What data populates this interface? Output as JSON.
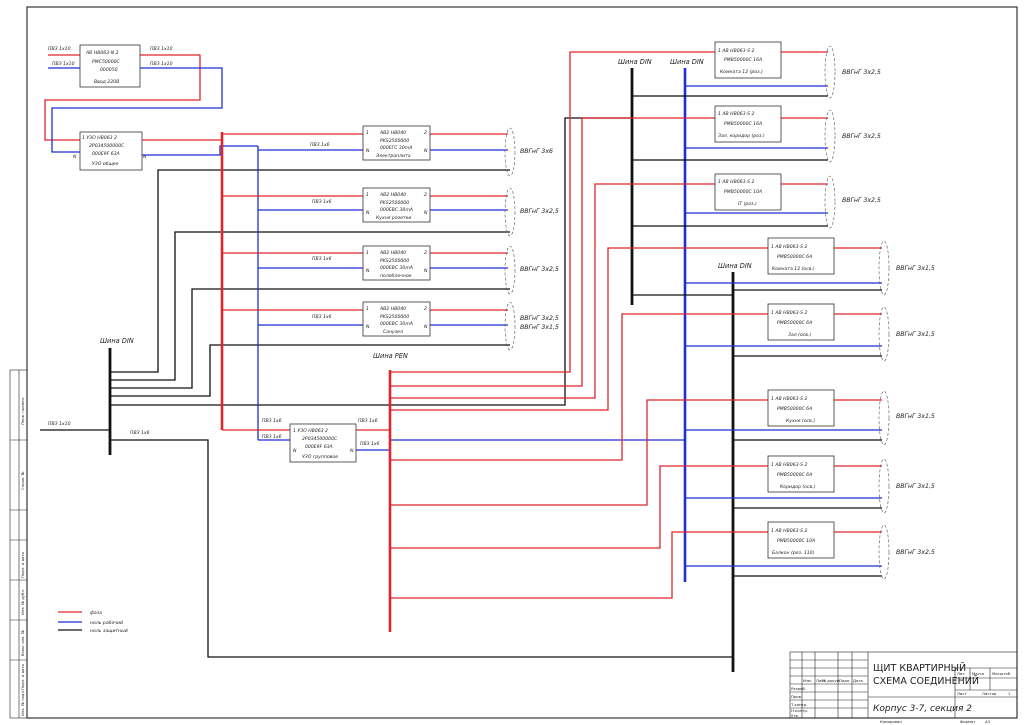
{
  "title": {
    "main_line1": "ЩИТ КВАРТИРНЫЙ",
    "main_line2": "СХЕМА СОЕДИНЕНИЙ",
    "subtitle": "Корпус 3-7, секция 2",
    "stage_head": "Лит",
    "mass_head": "Масса",
    "scale_head": "Масштаб",
    "sheet": "Лист",
    "sheets": "Листов",
    "sheets_count": "1",
    "copied": "Копировал",
    "format": "Формат",
    "format_value": "А3"
  },
  "stamp_rows": [
    "Изм.",
    "Лист",
    "№ докум.",
    "Подп.",
    "Дата"
  ],
  "stamp_roles": [
    "Разраб.",
    "Пров.",
    "Т.контр.",
    "",
    "Н.контр.",
    "Утв."
  ],
  "left_strip": [
    "Перв. примен.",
    "Справ. №",
    "Подп. и дата",
    "Инв. № дубл.",
    "Взам. инв. №",
    "Подп. и дата",
    "Инв. № подл."
  ],
  "legend": [
    {
      "color": "#e0262a",
      "label": "фаза"
    },
    {
      "color": "#1d2fd6",
      "label": "ноль рабочий"
    },
    {
      "color": "#111111",
      "label": "ноль защитный"
    }
  ],
  "input": {
    "cable_top_1": "ПВЗ 1х10",
    "cable_top_2": "ПВЗ 1х10",
    "cable_top_3": "ПВЗ 1х10",
    "cable_top_4": "ПВЗ 1х10",
    "main_breaker": [
      "АВ НВ063-N 2",
      "PMC50000C",
      "000050",
      "Ввод 220В"
    ],
    "rcd_main": [
      "1  УЗО НВ063  2",
      "2Р034500000С",
      "000Е9F 63А",
      "УЗО общее"
    ],
    "pe_cable": "ПВЗ 1х10",
    "pe_cable2": "ПВЗ 1х6"
  },
  "bus_labels": {
    "left_din": "Шина DIN",
    "pen": "Шина PEN",
    "top_din1": "Шина DIN",
    "top_din2": "Шина DIN",
    "mid_din": "Шина DIN"
  },
  "left_groups": [
    {
      "num_l": "1",
      "num_r": "2",
      "lines": [
        "АВ2 НВ040",
        "PKS2500000",
        "000ЕГС 30mA"
      ],
      "caption": "Электроплита",
      "wire": "ПВЗ 1х6",
      "cable": "ВВГнГ 3х6"
    },
    {
      "num_l": "1",
      "num_r": "2",
      "lines": [
        "АВ2 НВ040",
        "PKS2500000",
        "000ЕВС 30mA"
      ],
      "caption": "Кухня розетки",
      "wire": "ПВЗ 1х6",
      "cable": "ВВГнГ 3х2,5"
    },
    {
      "num_l": "1",
      "num_r": "2",
      "lines": [
        "АВ2 НВ040",
        "PKS2500000",
        "000ЕВС 30mA"
      ],
      "caption": "полоблочное",
      "wire": "ПВЗ 1х6",
      "cable": "ВВГнГ 3х2,5"
    },
    {
      "num_l": "1",
      "num_r": "2",
      "lines": [
        "АВ2 НВ040",
        "PKS2500000",
        "000ЕВС 30mA"
      ],
      "caption": "Санузел",
      "wire": "ПВЗ 1х6",
      "cable": "ВВГнГ 3х2,5",
      "cable2": "ВВГнГ 3х1,5"
    }
  ],
  "rcd_group": {
    "lines": [
      "1  УЗО НВ063  2",
      "2Р034500000С",
      "000Е9F 63А",
      "УЗО групповое"
    ],
    "wire_a": "ПВЗ 1х6",
    "wire_b": "ПВЗ 1х6",
    "wire_c": "ПВЗ 1х6",
    "wire_d": "ПВЗ 1х6"
  },
  "right_groups": [
    {
      "lines": [
        "1  АВ НВ063-S  2",
        "PMB50000C 16A",
        "Комната 12 (роз.)"
      ],
      "cable": "ВВГнГ 3х2,5"
    },
    {
      "lines": [
        "1  АВ НВ063-S  2",
        "PMB50000C 16A",
        "Зал, коридор (роз.)"
      ],
      "cable": "ВВГнГ 3х2,5"
    },
    {
      "lines": [
        "1  АВ НВ063-S  2",
        "PMB50000C 10A",
        "IT (роз.)"
      ],
      "cable": "ВВГнГ 3х2,5"
    },
    {
      "lines": [
        "1  АВ НВ063-S  2",
        "PMB50000C 6A",
        "Комната 12 (осв.)"
      ],
      "cable": "ВВГнГ 3х1,5"
    },
    {
      "lines": [
        "1  АВ НВ063-S  2",
        "PMB50000C 6A",
        "Зал (осв.)"
      ],
      "cable": "ВВГнГ 3х1,5"
    },
    {
      "lines": [
        "1  АВ НВ063-S  2",
        "PMB50000C 6A",
        "Кухня (осв.)"
      ],
      "cable": "ВВГнГ 3х1,5"
    },
    {
      "lines": [
        "1  АВ НВ063-S  2",
        "PMB50000C 6A",
        "Коридор (осв.)"
      ],
      "cable": "ВВГнГ 3х1,5"
    },
    {
      "lines": [
        "1  АВ НВ063-S  2",
        "PMB50000C 10A",
        "Балкон (роз. 110)"
      ],
      "cable": "ВВГнГ 3х2,5"
    }
  ]
}
